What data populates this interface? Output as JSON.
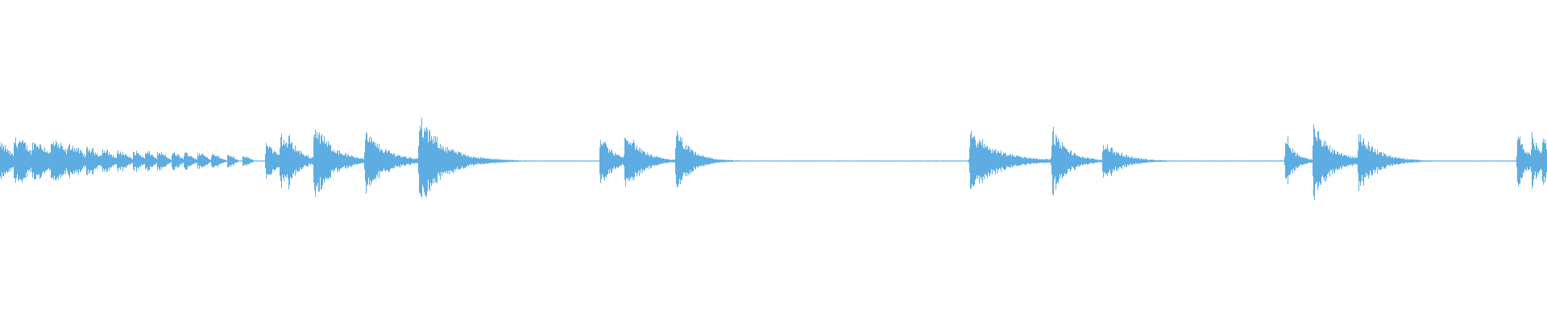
{
  "waveform": {
    "color": "#5dade2",
    "background": "#ffffff",
    "duration_ratio": 1.0,
    "events": [
      {
        "t": 0.0,
        "amp": 0.05,
        "decay": 0.006,
        "kind": "lead-in"
      },
      {
        "t": 0.01,
        "amp": 0.07,
        "decay": 0.008,
        "kind": "lead-in"
      },
      {
        "t": 0.022,
        "amp": 0.06,
        "decay": 0.008,
        "kind": "lead-in"
      },
      {
        "t": 0.034,
        "amp": 0.06,
        "decay": 0.008,
        "kind": "lead-in"
      },
      {
        "t": 0.045,
        "amp": 0.05,
        "decay": 0.007,
        "kind": "lead-in"
      },
      {
        "t": 0.057,
        "amp": 0.04,
        "decay": 0.006,
        "kind": "lead-in"
      },
      {
        "t": 0.067,
        "amp": 0.035,
        "decay": 0.005,
        "kind": "lead-in"
      },
      {
        "t": 0.077,
        "amp": 0.03,
        "decay": 0.005,
        "kind": "lead-in"
      },
      {
        "t": 0.087,
        "amp": 0.03,
        "decay": 0.004,
        "kind": "lead-in"
      },
      {
        "t": 0.095,
        "amp": 0.028,
        "decay": 0.004,
        "kind": "lead-in"
      },
      {
        "t": 0.103,
        "amp": 0.026,
        "decay": 0.004,
        "kind": "lead-in"
      },
      {
        "t": 0.112,
        "amp": 0.025,
        "decay": 0.004,
        "kind": "lead-in"
      },
      {
        "t": 0.12,
        "amp": 0.025,
        "decay": 0.004,
        "kind": "lead-in"
      },
      {
        "t": 0.129,
        "amp": 0.024,
        "decay": 0.004,
        "kind": "lead-in"
      },
      {
        "t": 0.138,
        "amp": 0.022,
        "decay": 0.004,
        "kind": "lead-in"
      },
      {
        "t": 0.148,
        "amp": 0.02,
        "decay": 0.003,
        "kind": "lead-in"
      },
      {
        "t": 0.158,
        "amp": 0.015,
        "decay": 0.003,
        "kind": "lead-in"
      },
      {
        "t": 0.172,
        "amp": 0.07,
        "decay": 0.006,
        "kind": "hit"
      },
      {
        "t": 0.181,
        "amp": 0.09,
        "decay": 0.008,
        "kind": "hit"
      },
      {
        "t": 0.186,
        "amp": 0.08,
        "decay": 0.008,
        "kind": "hit"
      },
      {
        "t": 0.203,
        "amp": 0.12,
        "decay": 0.012,
        "kind": "hit"
      },
      {
        "t": 0.236,
        "amp": 0.09,
        "decay": 0.014,
        "kind": "hit"
      },
      {
        "t": 0.271,
        "amp": 0.13,
        "decay": 0.016,
        "kind": "hit"
      },
      {
        "t": 0.388,
        "amp": 0.08,
        "decay": 0.008,
        "kind": "hit"
      },
      {
        "t": 0.404,
        "amp": 0.1,
        "decay": 0.01,
        "kind": "hit"
      },
      {
        "t": 0.437,
        "amp": 0.09,
        "decay": 0.01,
        "kind": "hit"
      },
      {
        "t": 0.627,
        "amp": 0.09,
        "decay": 0.018,
        "kind": "hit"
      },
      {
        "t": 0.68,
        "amp": 0.1,
        "decay": 0.01,
        "kind": "hit"
      },
      {
        "t": 0.713,
        "amp": 0.06,
        "decay": 0.012,
        "kind": "hit"
      },
      {
        "t": 0.831,
        "amp": 0.08,
        "decay": 0.006,
        "kind": "hit"
      },
      {
        "t": 0.849,
        "amp": 0.11,
        "decay": 0.012,
        "kind": "hit"
      },
      {
        "t": 0.878,
        "amp": 0.09,
        "decay": 0.012,
        "kind": "hit"
      },
      {
        "t": 0.981,
        "amp": 0.09,
        "decay": 0.006,
        "kind": "hit"
      },
      {
        "t": 0.99,
        "amp": 0.08,
        "decay": 0.006,
        "kind": "hit"
      },
      {
        "t": 0.997,
        "amp": 0.09,
        "decay": 0.006,
        "kind": "hit"
      }
    ]
  }
}
